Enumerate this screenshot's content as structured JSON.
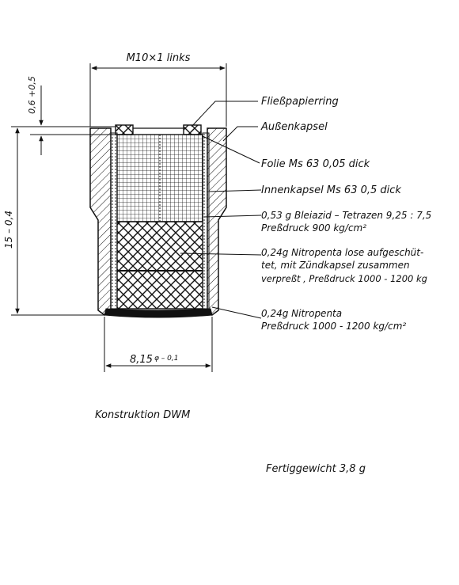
{
  "dimensions": {
    "top_width": "M10×1 links",
    "top_gap": "0,6 +0,5",
    "height": "15 – 0,4",
    "bottom_width_main": "8,15",
    "bottom_width_tol": "φ – 0,1"
  },
  "callouts": {
    "ring": "Fließpapierring",
    "outer_cap": "Außenkapsel",
    "foil": "Folie Ms 63   0,05 dick",
    "inner_cap": "Innenkapsel  Ms 63   0,5 dick",
    "charge1_line1": "0,53 g  Bleiazid – Tetrazen  9,25 : 7,5",
    "charge1_line2": "Preßdruck  900 kg/cm²",
    "charge2_line1": "0,24g Nitropenta lose aufgeschüt-",
    "charge2_line2": "tet, mit Zündkapsel zusammen",
    "charge2_line3": "verpreßt ,  Preßdruck 1000 - 1200 kg",
    "charge3_line1": "0,24g  Nitropenta",
    "charge3_line2": "Preßdruck  1000 - 1200 kg/cm²"
  },
  "caption": "Konstruktion  DWM",
  "weight": "Fertiggewicht  3,8 g"
}
